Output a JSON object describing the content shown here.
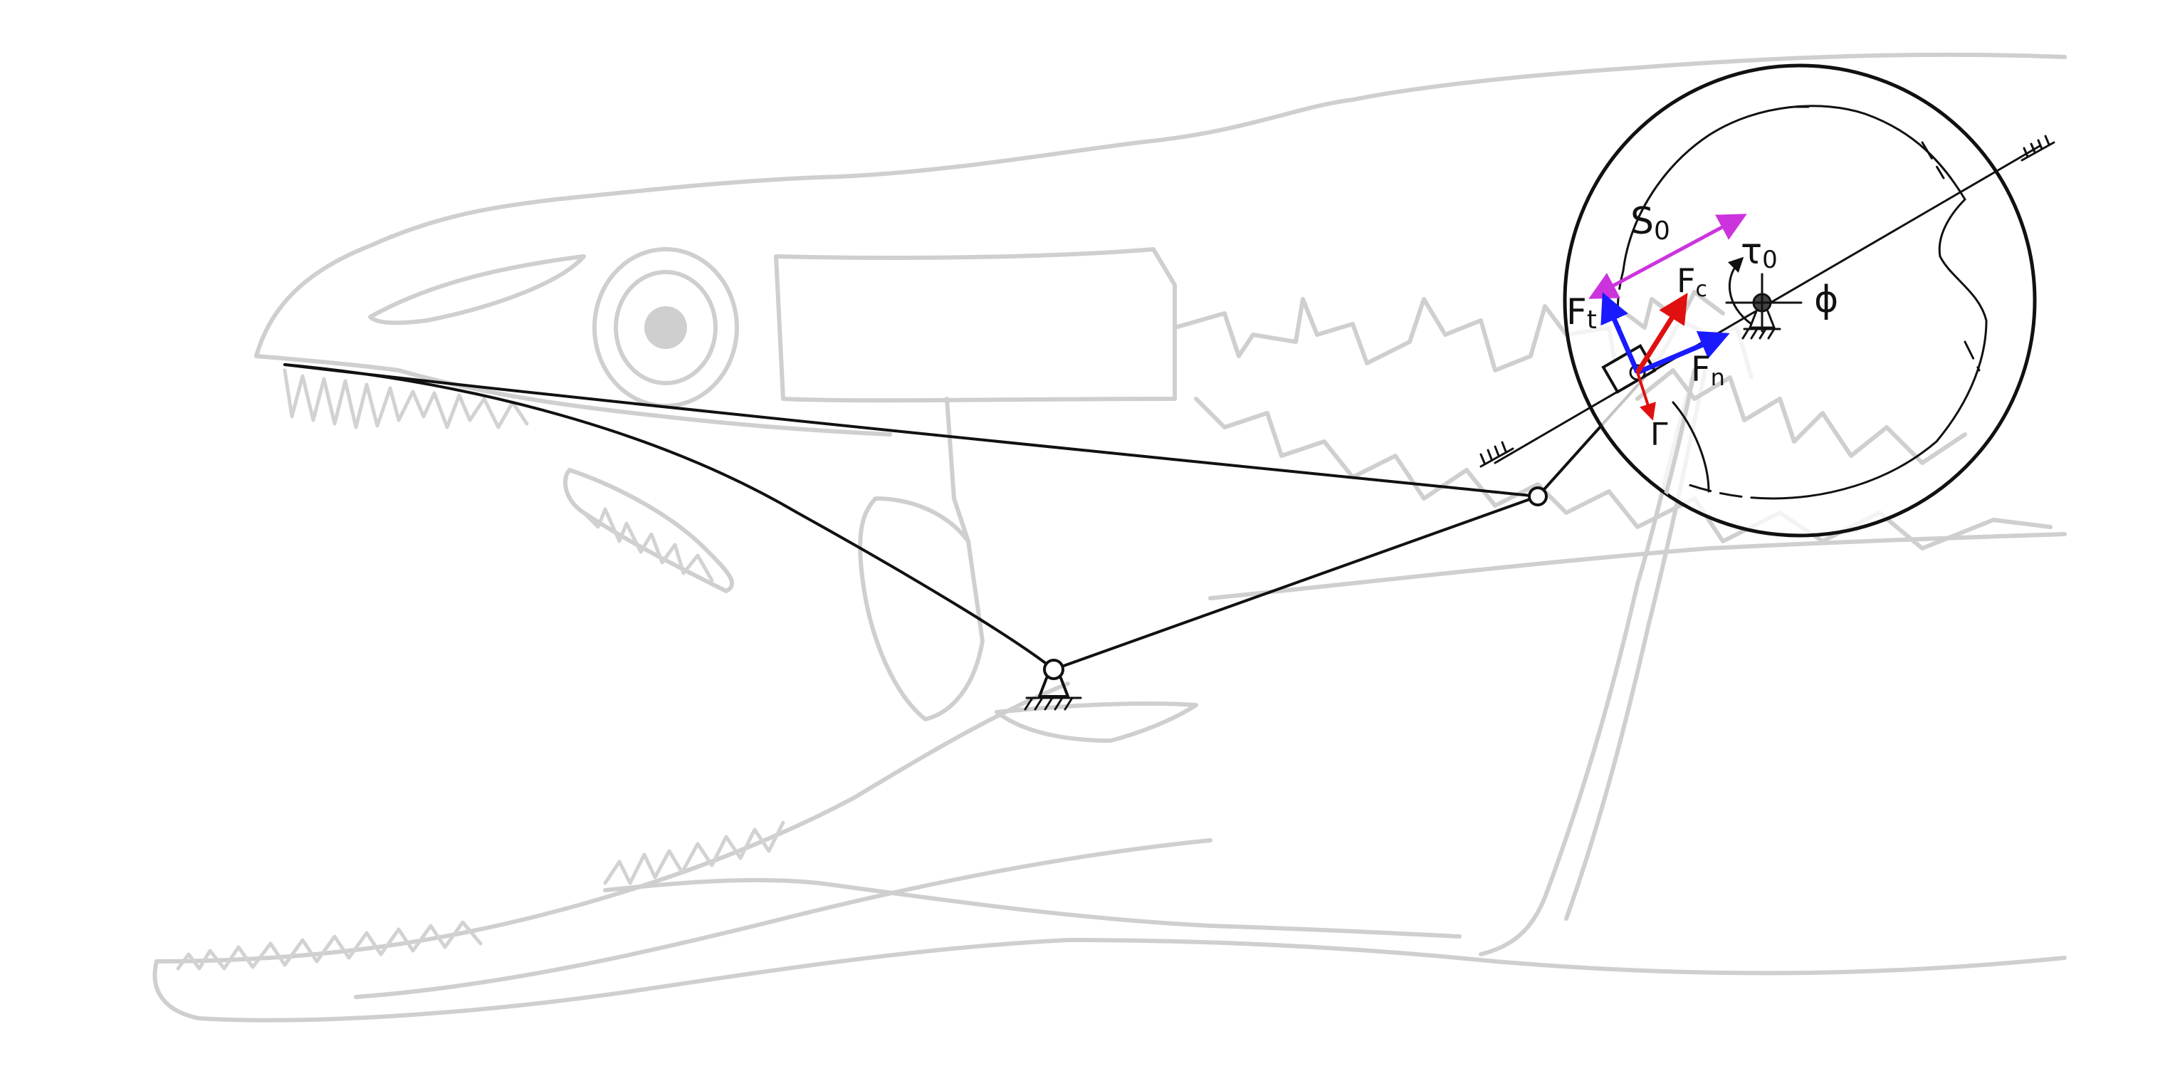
{
  "labels": {
    "s0_main": "S",
    "s0_sub": "0",
    "tau0_main": "τ",
    "tau0_sub": "0",
    "phi": "ϕ",
    "ft_main": "F",
    "ft_sub": "t",
    "fc_main": "F",
    "fc_sub": "c",
    "fn_main": "F",
    "fn_sub": "n",
    "gamma": "Γ"
  },
  "colors": {
    "sketch": "#cfcfcf",
    "mechanism": "#111111",
    "s0_arrow": "#cc33dd",
    "ft_fn_arrows": "#1a1aff",
    "fc_gamma_arrows": "#e01010"
  },
  "icons": {
    "fixed_pivot": "ground-pivot-icon",
    "wall_support": "hatched-wall-icon"
  }
}
